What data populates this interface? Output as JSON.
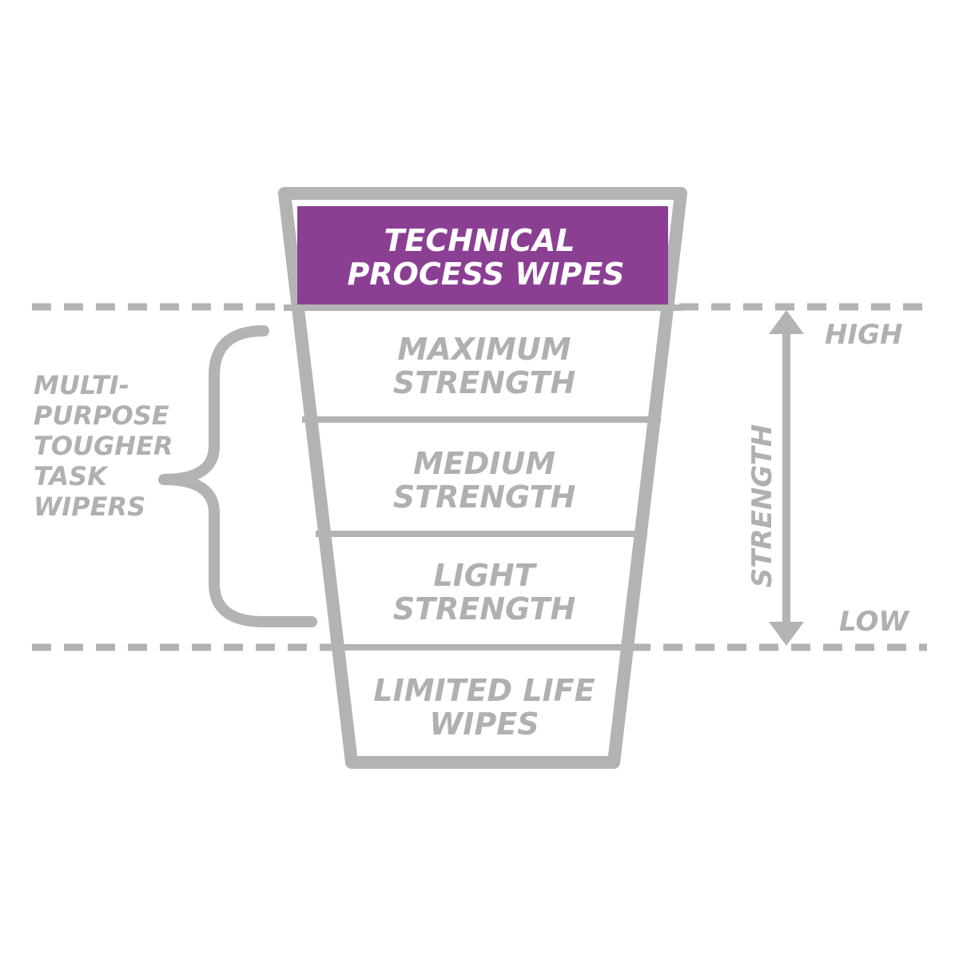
{
  "colors": {
    "outline": "#b3b3b3",
    "text_gray": "#b0b0b0",
    "accent_purple": "#8b3f93",
    "accent_text": "#ffffff",
    "background": "#ffffff"
  },
  "tiers": [
    {
      "lines": [
        "TECHNICAL",
        "PROCESS WIPES"
      ],
      "highlighted": true
    },
    {
      "lines": [
        "MAXIMUM",
        "STRENGTH"
      ],
      "highlighted": false
    },
    {
      "lines": [
        "MEDIUM",
        "STRENGTH"
      ],
      "highlighted": false
    },
    {
      "lines": [
        "LIGHT",
        "STRENGTH"
      ],
      "highlighted": false
    },
    {
      "lines": [
        "LIMITED LIFE",
        "WIPES"
      ],
      "highlighted": false
    }
  ],
  "group_label": {
    "lines": [
      "MULTI-",
      "PURPOSE",
      "TOUGHER",
      "TASK",
      "WIPERS"
    ]
  },
  "scale": {
    "axis_label": "STRENGTH",
    "high_label": "HIGH",
    "low_label": "LOW"
  }
}
